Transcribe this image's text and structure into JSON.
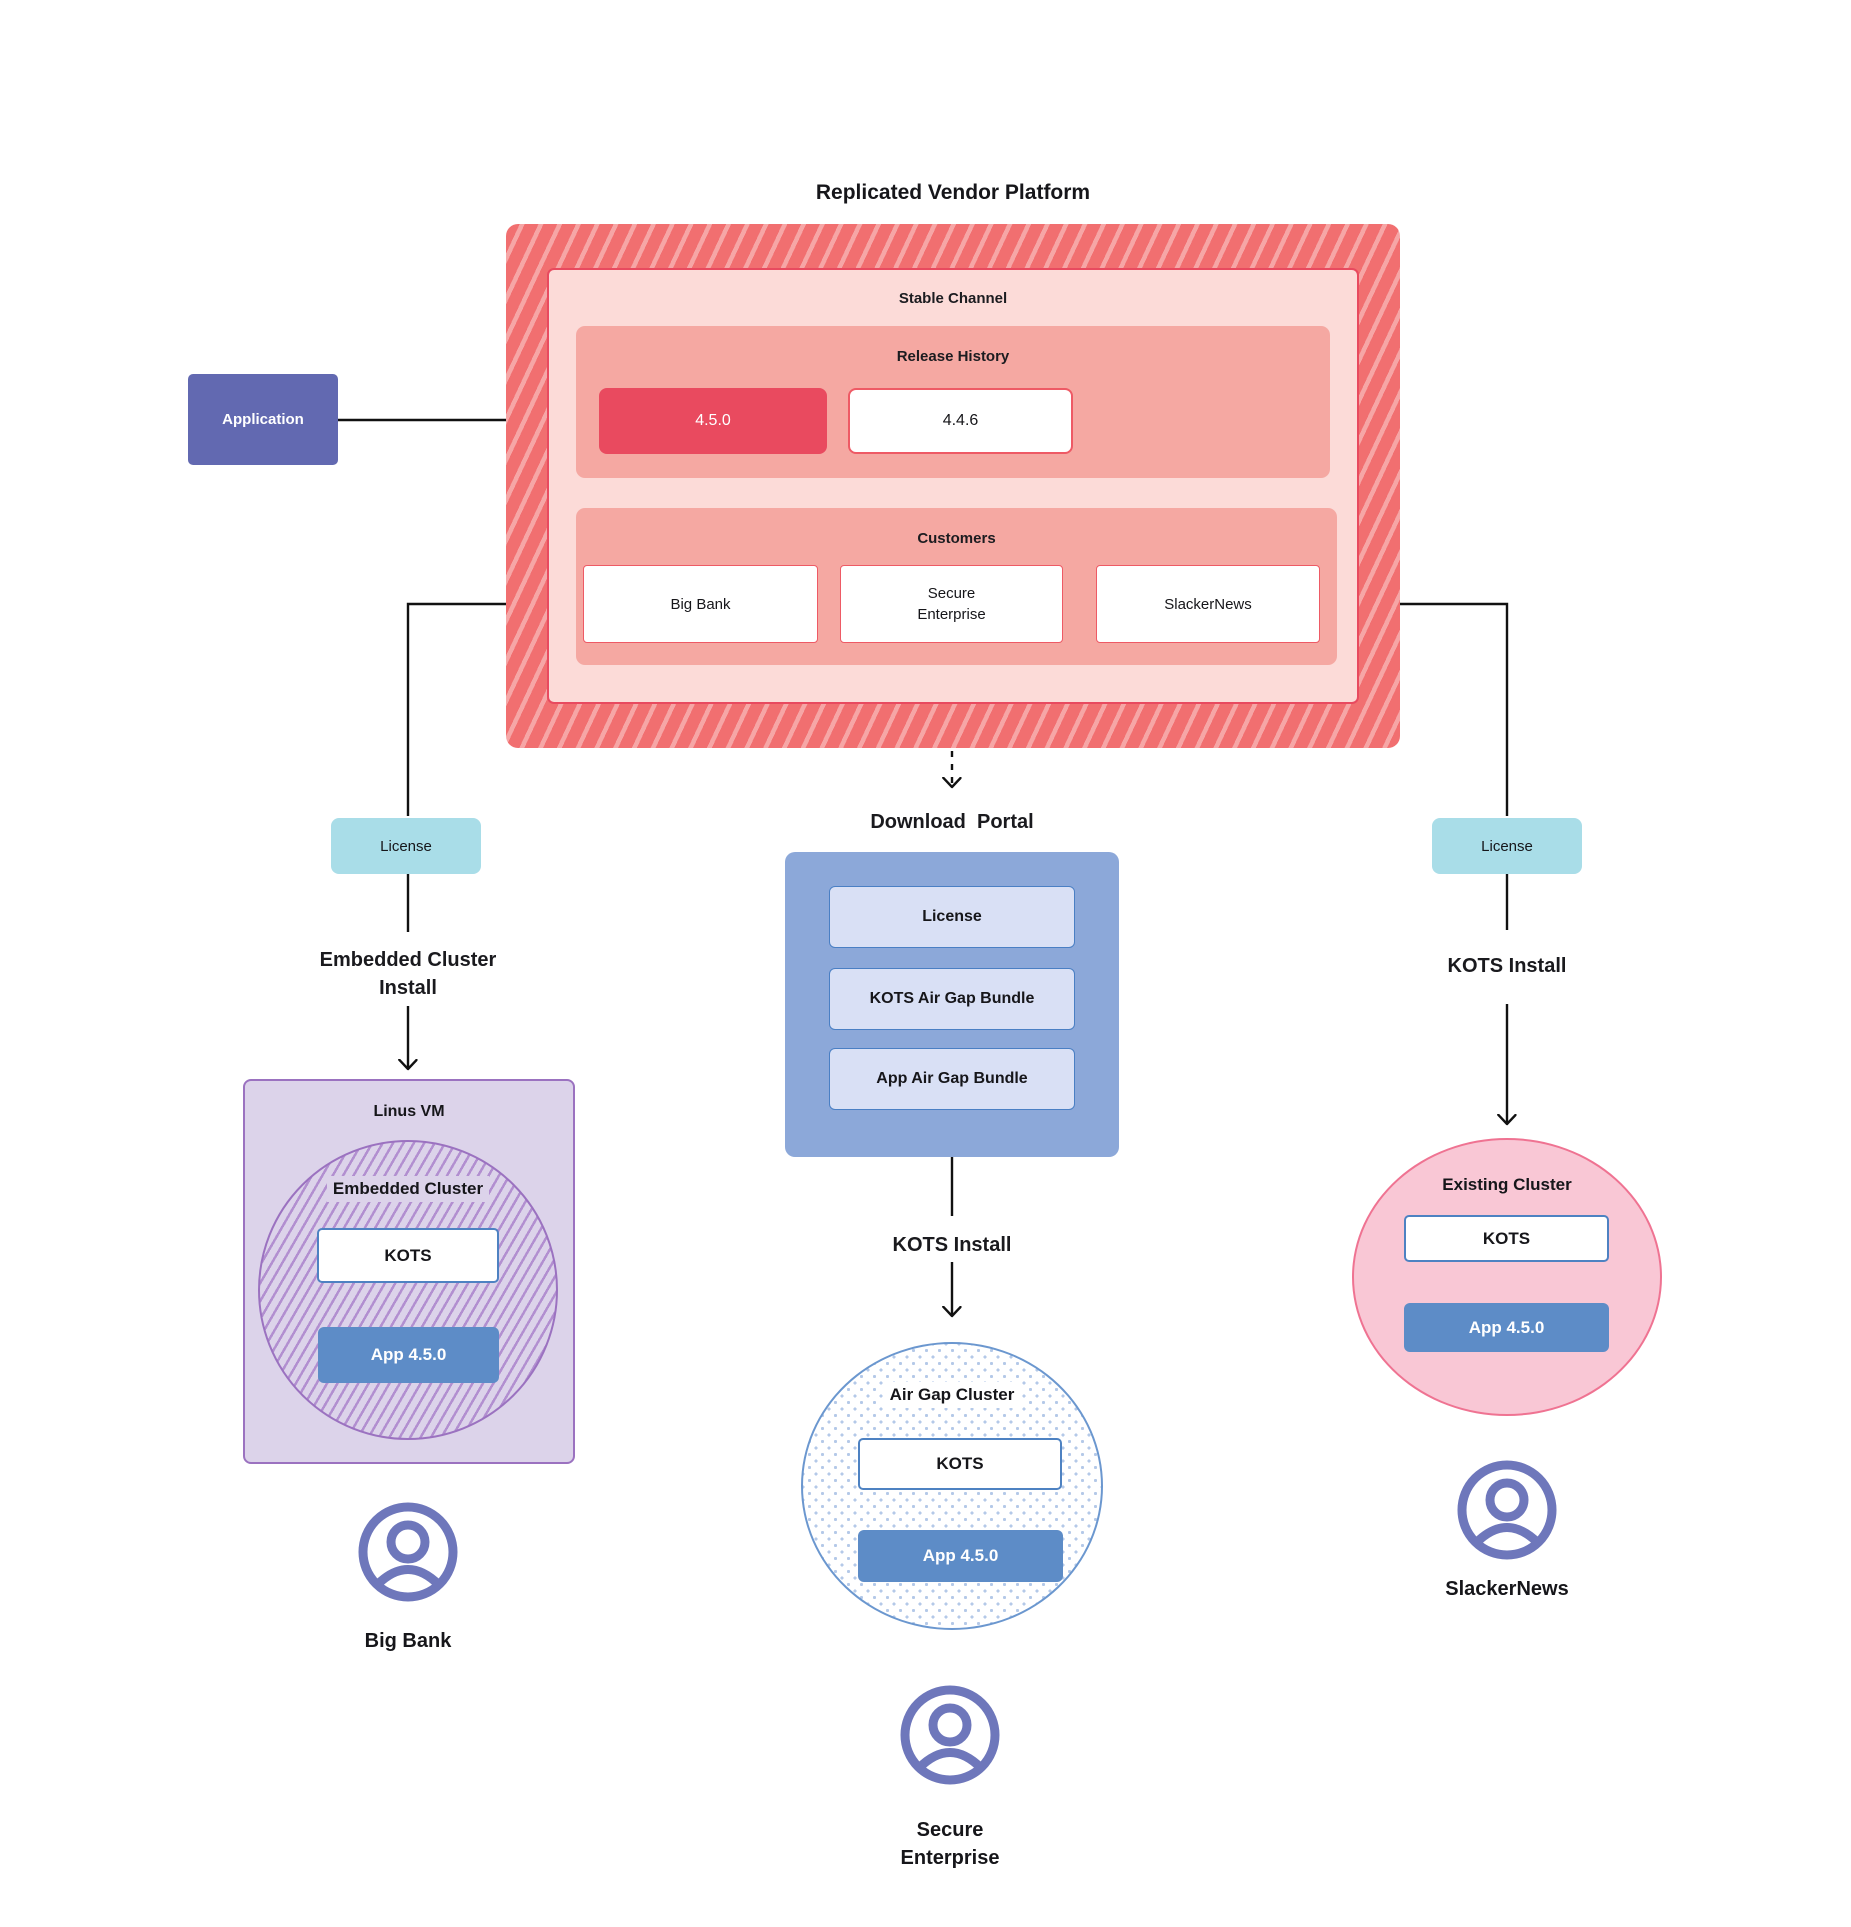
{
  "title": "Replicated Vendor Platform",
  "application": {
    "label": "Application"
  },
  "platform": {
    "stable_channel": {
      "label": "Stable Channel",
      "release_history": {
        "label": "Release History",
        "releases": [
          {
            "version": "4.5.0"
          },
          {
            "version": "4.4.6"
          }
        ]
      },
      "customers": {
        "label": "Customers",
        "items": [
          {
            "name": "Big Bank"
          },
          {
            "name": "Secure Enterprise"
          },
          {
            "name": "SlackerNews"
          }
        ]
      }
    }
  },
  "flows": {
    "left": {
      "license_label": "License",
      "install_line1": "Embedded Cluster",
      "install_line2": "Install"
    },
    "middle": {
      "portal_title": "Download  Portal",
      "install_label": "KOTS Install"
    },
    "right": {
      "license_label": "License",
      "install_label": "KOTS Install"
    }
  },
  "download_portal": {
    "items": [
      {
        "label": "License"
      },
      {
        "label": "KOTS Air Gap Bundle"
      },
      {
        "label": "App Air Gap Bundle"
      }
    ]
  },
  "clusters": {
    "embedded": {
      "vm_label": "Linus VM",
      "label": "Embedded Cluster",
      "kots": "KOTS",
      "app": "App 4.5.0"
    },
    "air_gap": {
      "label": "Air Gap Cluster",
      "kots": "KOTS",
      "app": "App 4.5.0"
    },
    "existing": {
      "label": "Existing Cluster",
      "kots": "KOTS",
      "app": "App 4.5.0"
    }
  },
  "personas": [
    {
      "name": "Big Bank"
    },
    {
      "name": "Secure Enterprise"
    },
    {
      "name": "SlackerNews"
    }
  ],
  "colors": {
    "hatch_red": "#F16F70",
    "hatch_stripe": "#F6A6A6",
    "stable_bg": "#FCDBD8",
    "stable_border": "#E84A5F",
    "panel_salmon": "#F5A8A2",
    "release_current": "#E94A5F",
    "white_box_border": "#EE5A65",
    "application_purple": "#6269B1",
    "license_teal": "#A9DDE8",
    "portal_blue": "#8CA8D9",
    "portal_item_bg": "#D9E0F5",
    "portal_item_border": "#4A7FC4",
    "app_slate_blue": "#5D8CC7",
    "kots_border": "#4E82C2",
    "vm_lavender": "#DCD3EA",
    "vm_purple_border": "#9B72C0",
    "vm_stripe": "#B28FD0",
    "airgap_dot": "#B4C9E8",
    "airgap_border": "#6B97CF",
    "existing_pink": "#F9C7D5",
    "existing_border": "#EF7392",
    "persona_purple": "#6E77BB",
    "connector_black": "#111111"
  }
}
